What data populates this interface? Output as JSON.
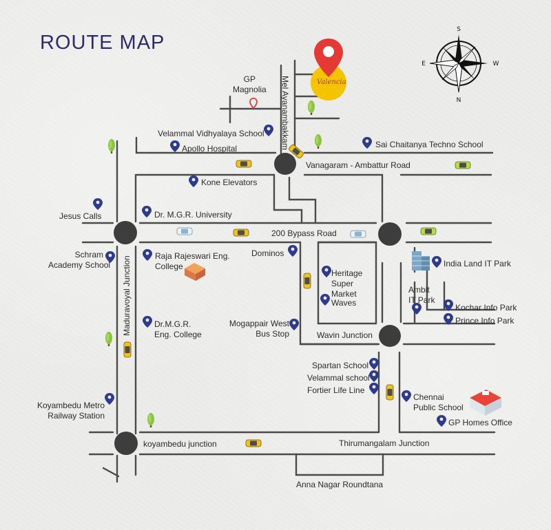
{
  "title": "ROUTE MAP",
  "compass": {
    "top": "S",
    "bottom": "N",
    "left": "E",
    "right": "W"
  },
  "colors": {
    "road": "#4a4a4a",
    "title": "#2e2a6b",
    "pin": "#2e3a8c",
    "destination_pin": "#e53935",
    "logo": "#f5c400"
  },
  "roads": {
    "mel_ayanambakkam": "Mel Ayanambakkam",
    "vanagaram_ambattur": "Vanagaram - Ambattur Road",
    "bypass_200": "200 Bypass Road",
    "maduravoyal": "Maduravoyal Junction",
    "wavin": "Wavin Junction",
    "koyambedu": "koyambedu junction",
    "thirumangalam": "Thirumangalam Junction",
    "anna_nagar": "Anna Nagar Roundtana"
  },
  "landmarks": {
    "gp_magnolia": "GP\nMagnolia",
    "velammal_vidhyalaya": "Velammal Vidhyalaya School",
    "apollo": "Apollo Hospital",
    "sai_chaitanya": "Sai Chaitanya Techno School",
    "kone": "Kone Elevators",
    "jesus_calls": "Jesus Calls",
    "mgr_university": "Dr. M.G.R. University",
    "schram": "Schram\nAcademy School",
    "raja_rajeswari": "Raja Rajeswari Eng.\nCollege",
    "dominos": "Dominos",
    "heritage": "Heritage\nSuper\nMarket",
    "waves": "Waves",
    "india_land": "India Land IT Park",
    "ambit": "Ambit\nIT Park",
    "kochar": "Kochar Info Park",
    "prince": "Prince Info Park",
    "mgr_eng": "Dr.M.G.R.\nEng. College",
    "mogappair": "Mogappair West\nBus Stop",
    "spartan": "Spartan School",
    "velammal_school": "Velammal school",
    "fortier": "Fortier Life Line",
    "chennai_public": "Chennai\nPublic School",
    "gp_homes": "GP Homes Office",
    "koyambedu_metro": "Koyambedu Metro\nRailway Station"
  },
  "logo_text": "Valencia"
}
